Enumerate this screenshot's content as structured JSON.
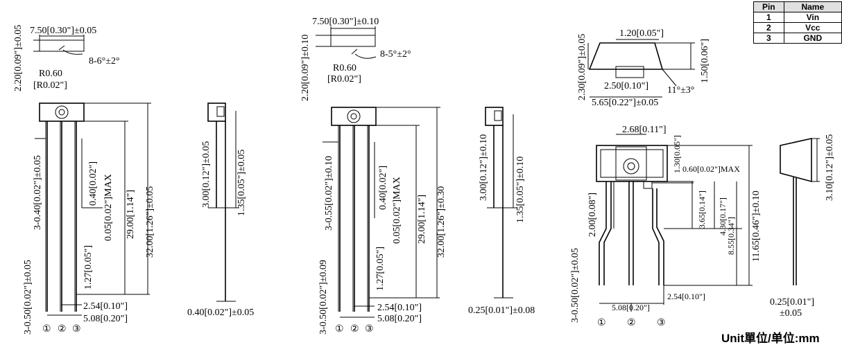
{
  "pin_table": {
    "headers": [
      "Pin",
      "Name"
    ],
    "rows": [
      {
        "pin": "1",
        "name": "Vin"
      },
      {
        "pin": "2",
        "name": "Vcc"
      },
      {
        "pin": "3",
        "name": "GND"
      }
    ]
  },
  "unit_note": "Unit單位/单位:mm",
  "pin_markers": [
    "①",
    "②",
    "③"
  ],
  "package_a": {
    "top_view": {
      "height_dim": "2.20[0.09\"]±0.05",
      "width_dim": "7.50[0.30\"]±0.05",
      "radius_dim": "R0.60",
      "radius_inch": "[R0.02\"]",
      "angle_dim": "8-6°±2°"
    },
    "front_view": {
      "lead_width_dim": "3-0.40[0.02\"]±0.05",
      "lead_gap_dim": "0.40[0.02\"]",
      "lead_max_dim": "0.05[0.02\"]MAX",
      "lead_length_dim": "29.00[1.14\"]",
      "total_length_dim": "32.00[1.26\"]±0.05",
      "lead_dia_dim": "3-0.50[0.02\"]±0.05",
      "pitch_dim": "1.27[0.05\"]",
      "spacing_dim": "2.54[0.10\"]",
      "span_dim": "5.08[0.20\"]"
    },
    "side_view": {
      "body_dim": "3.00[0.12\"]±0.05",
      "thickness_dim": "1.35[0.05\"]±0.05",
      "lead_thk_dim": "0.40[0.02\"]±0.05"
    }
  },
  "package_b": {
    "top_view": {
      "height_dim": "2.20[0.09\"]±0.10",
      "width_dim": "7.50[0.30\"]±0.10",
      "radius_dim": "R0.60",
      "radius_inch": "[R0.02\"]",
      "angle_dim": "8-5°±2°"
    },
    "front_view": {
      "lead_width_dim": "3-0.55[0.02\"]±0.10",
      "lead_gap_dim": "0.40[0.02\"]",
      "lead_max_dim": "0.05[0.02\"]MAX",
      "lead_length_dim": "29.00[1.14\"]",
      "total_length_dim": "32.00[1.26\"]±0.30",
      "lead_dia_dim": "3-0.50[0.02\"]±0.09",
      "pitch_dim": "1.27[0.05\"]",
      "spacing_dim": "2.54[0.10\"]",
      "span_dim": "5.08[0.20\"]"
    },
    "side_view": {
      "body_dim": "3.00[0.12\"]±0.10",
      "thickness_dim": "1.35[0.05\"]±0.10",
      "lead_thk_dim": "0.25[0.01\"]±0.08"
    }
  },
  "package_c": {
    "top_view": {
      "height_dim": "2.30[0.09\"]±0.05",
      "window_dim": "1.20[0.05\"]",
      "right_height_dim": "1.50[0.06\"]",
      "inner_width_dim": "2.50[0.10\"]",
      "angle_dim": "11°±3°",
      "width_dim": "5.65[0.22\"]±0.05"
    },
    "front_view": {
      "window_width_dim": "2.68[0.11\"]",
      "top_offset_dim": "1.30[0.05\"]",
      "max_dim": "0.60[0.02\"]MAX",
      "d1_dim": "3.65[0.14\"]",
      "d2_dim": "4.30[0.17\"]",
      "d3_dim": "8.55[0.34\"]",
      "d4_dim": "11.65[0.46\"]±0.10",
      "bend_dim": "2.00[0.08\"]",
      "lead_dia_dim": "3-0.50[0.02\"]±0.05",
      "span_dim": "5.08[0.20\"]",
      "pitch_dim": "2.54[0.10\"]"
    },
    "side_view": {
      "body_dim": "3.10[0.12\"]±0.05",
      "lead_thk_dim": "0.25[0.01\"]",
      "lead_thk_tol": "±0.05"
    }
  }
}
